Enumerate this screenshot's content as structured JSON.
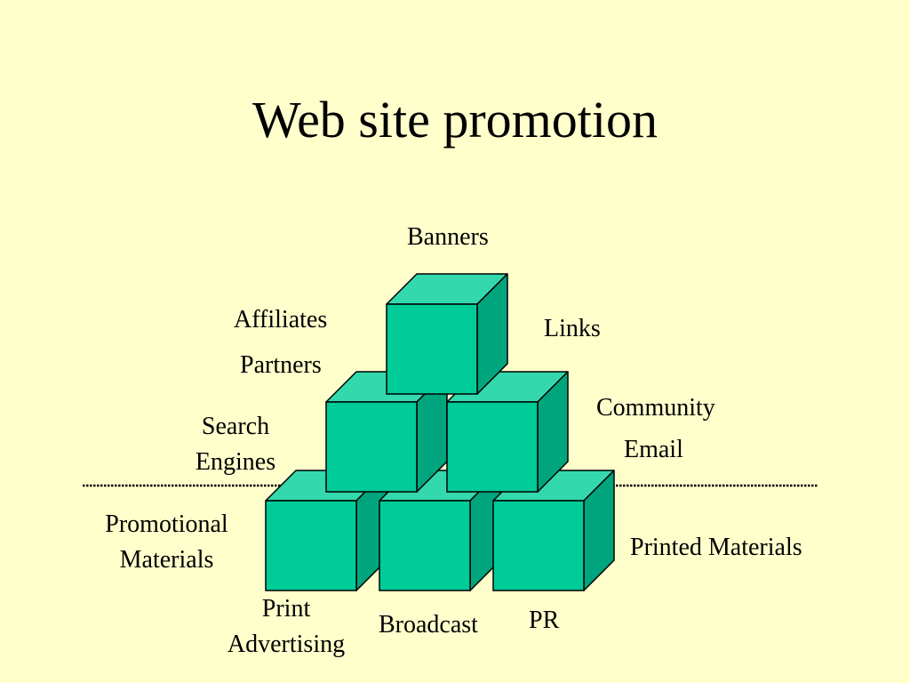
{
  "slide": {
    "title": "Web site promotion",
    "colors": {
      "background": "#FFFFCC",
      "cube_front": "#00CC99",
      "cube_top": "#33D9AC",
      "cube_side": "#00A57D",
      "divider": "#000000"
    }
  },
  "labels": {
    "banners": "Banners",
    "affiliates": "Affiliates",
    "partners": "Partners",
    "links": "Links",
    "community": "Community",
    "email": "Email",
    "search_engines": [
      "Search",
      "Engines"
    ],
    "promotional_materials": [
      "Promotional",
      "Materials"
    ],
    "printed_materials": "Printed Materials",
    "print_advertising": [
      "Print",
      "Advertising"
    ],
    "broadcast": "Broadcast",
    "pr": "PR"
  }
}
